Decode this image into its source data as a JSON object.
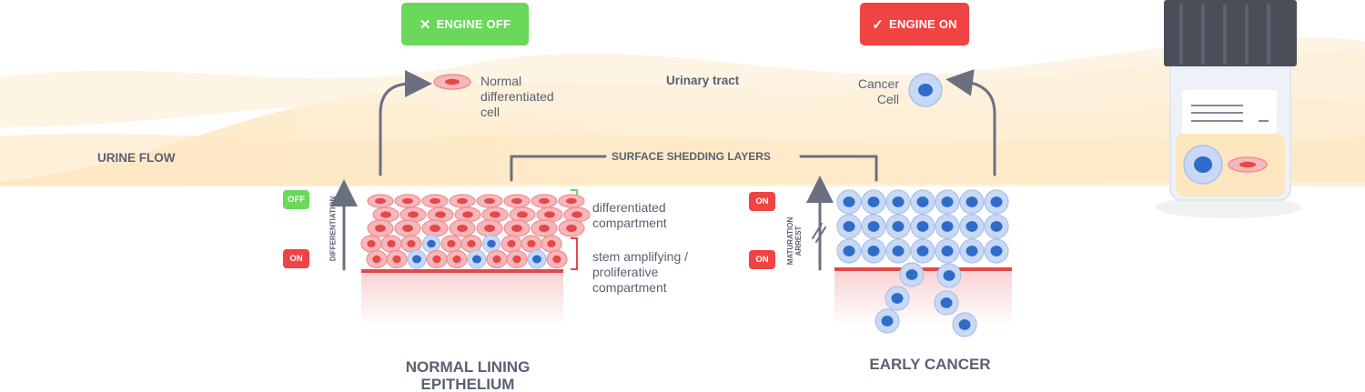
{
  "colors": {
    "engine_off": "#6ad85a",
    "engine_on": "#f04343",
    "normal_cell": "#f08d92",
    "cancer_cell": "#a8c2ee",
    "basement": "#e44848",
    "text": "#5b6170"
  },
  "engine_off": {
    "icon": "x-icon",
    "label": "ENGINE OFF"
  },
  "engine_on": {
    "icon": "check-icon",
    "label": "ENGINE ON"
  },
  "labels": {
    "normal_cell": [
      "Normal",
      "differentiated",
      "cell"
    ],
    "urinary_tract": "Urinary tract",
    "cancer_cell": [
      "Cancer",
      "Cell"
    ],
    "urine_flow": "URINE FLOW",
    "surface_shedding": "SURFACE SHEDDING LAYERS",
    "differentiated_compartment": [
      "differentiated",
      "compartment"
    ],
    "stem_compartment": [
      "stem amplifying /",
      "proliferative",
      "compartment"
    ],
    "differentiation_axis": "DIFFERENTIATION",
    "maturation_arrest": [
      "MATURATION",
      "ARREST"
    ],
    "normal_title": [
      "NORMAL LINING",
      "EPITHELIUM"
    ],
    "cancer_title": "EARLY CANCER"
  },
  "badges": {
    "normal_top": "OFF",
    "normal_bottom": "ON",
    "cancer_top": "ON",
    "cancer_bottom": "ON"
  }
}
